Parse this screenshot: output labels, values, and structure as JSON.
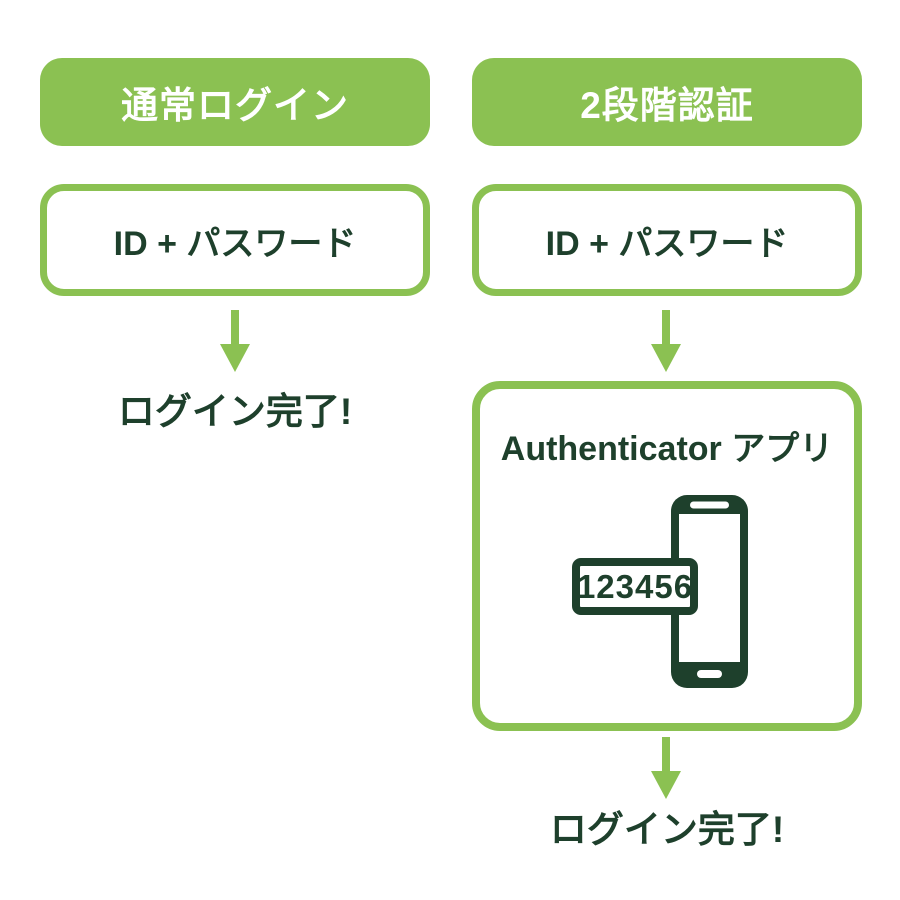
{
  "left": {
    "header": "通常ログイン",
    "credentials": "ID + パスワード",
    "result": "ログイン完了!"
  },
  "right": {
    "header": "2段階認証",
    "credentials": "ID + パスワード",
    "app_title": "Authenticator アプリ",
    "otp_code": "123456",
    "result": "ログイン完了!"
  },
  "colors": {
    "accent_green": "#8BC152",
    "dark_green": "#1E402C"
  }
}
